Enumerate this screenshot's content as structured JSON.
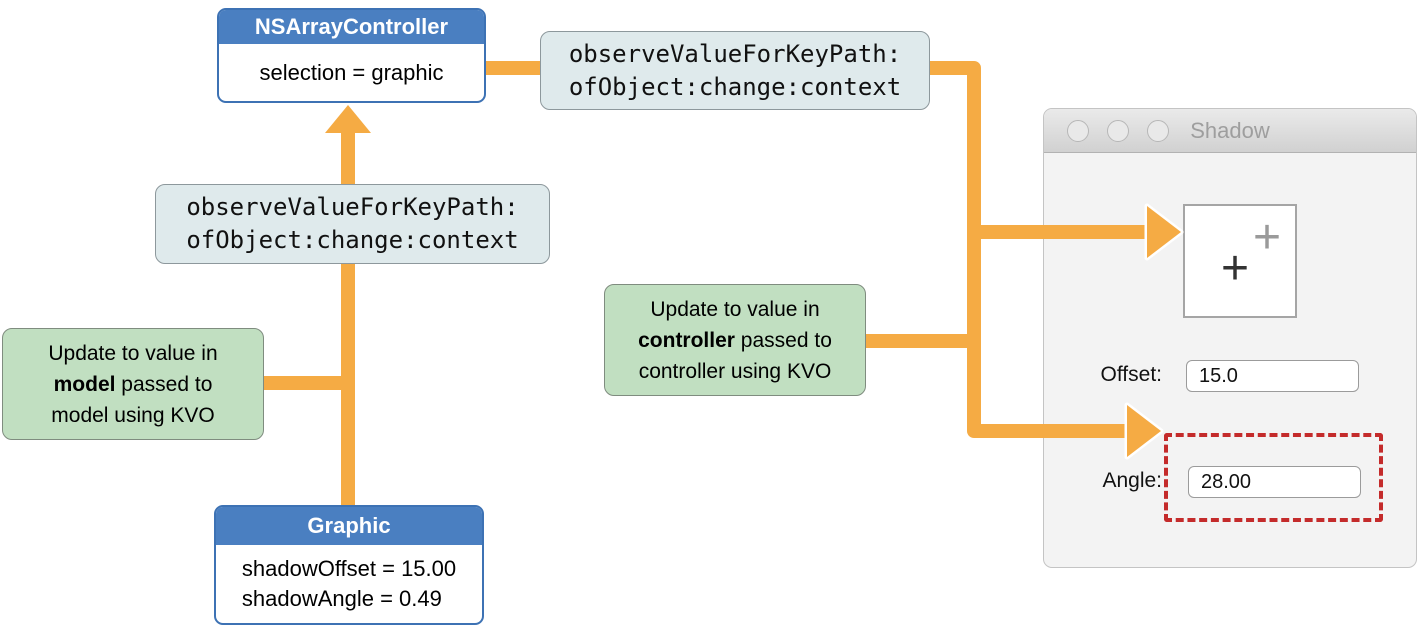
{
  "colors": {
    "arrow": "#F5AB44",
    "node_blue": "#4A7FC1",
    "node_blue_border": "#3D72B4",
    "code_box_fill": "#DFEAEC",
    "note_green_fill": "#C1DFC1",
    "annotation_red": "#C42B2B"
  },
  "nodes": {
    "array_controller": {
      "title": "NSArrayController",
      "body": "selection = graphic"
    },
    "observe_top": {
      "line1": "observeValueForKeyPath:",
      "line2": "ofObject:change:context"
    },
    "observe_mid": {
      "line1": "observeValueForKeyPath:",
      "line2": "ofObject:change:context"
    },
    "note_model": {
      "line1": "Update to value in",
      "line2_bold": "model",
      "line2_rest": " passed to",
      "line3": "model using KVO"
    },
    "note_controller": {
      "line1": "Update to value in",
      "line2_bold": "controller",
      "line2_rest": " passed to",
      "line3": "controller using KVO"
    },
    "graphic": {
      "title": "Graphic",
      "line1": "shadowOffset = 15.00",
      "line2": "shadowAngle = 0.49"
    }
  },
  "window": {
    "title": "Shadow",
    "canvas": {
      "marker_light": "+",
      "marker_dark": "+"
    },
    "offset": {
      "label": "Offset:",
      "value": "15.0"
    },
    "angle": {
      "label": "Angle:",
      "value": "28.00"
    }
  }
}
